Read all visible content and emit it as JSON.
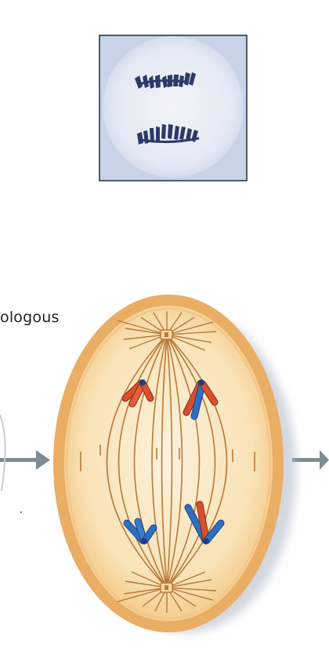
{
  "figure": {
    "partial_label": "ologous",
    "micrograph": {
      "icon": "chromosome-micrograph-photo"
    },
    "cell": {
      "icon": "anaphase-cell"
    },
    "arrows": {
      "left_icon": "arrow-right-icon",
      "right_icon": "arrow-right-icon"
    },
    "colors": {
      "cell_fill": "#f6d9a4",
      "cell_edge": "#e7a85a",
      "spindle": "#b87a3a",
      "chromosome_red": "#d9502c",
      "chromosome_blue": "#2f6fc0",
      "arrow": "#7d8b95",
      "photo_bg": "#c8d4e8",
      "photo_frame": "#1f2a44"
    }
  }
}
